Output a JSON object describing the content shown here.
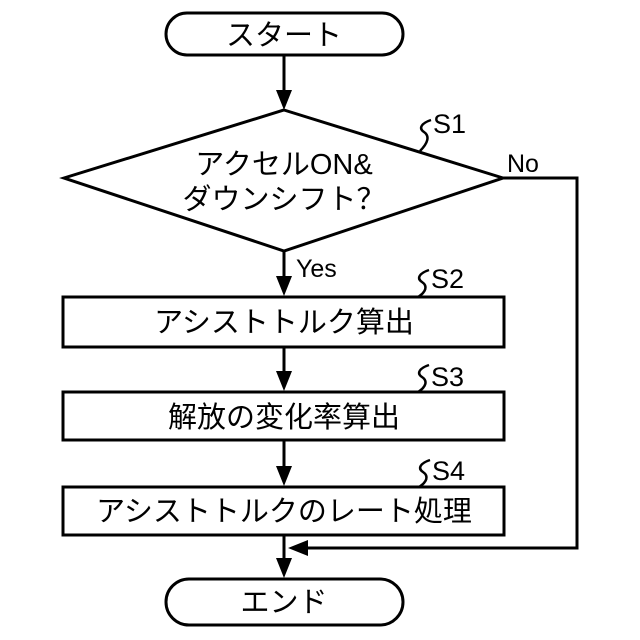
{
  "flowchart": {
    "start": {
      "label": "スタート"
    },
    "decision": {
      "step": "S1",
      "line1": "アクセルON&",
      "line2": "ダウンシフト？",
      "yes_label": "Yes",
      "no_label": "No"
    },
    "steps": [
      {
        "id": "S2",
        "label": "アシストトルク算出"
      },
      {
        "id": "S3",
        "label": "解放の変化率算出"
      },
      {
        "id": "S4",
        "label": "アシストトルクのレート処理"
      }
    ],
    "end": {
      "label": "エンド"
    },
    "colors": {
      "line": "#000000",
      "background": "#ffffff",
      "shape_fill": "#ffffff"
    }
  }
}
